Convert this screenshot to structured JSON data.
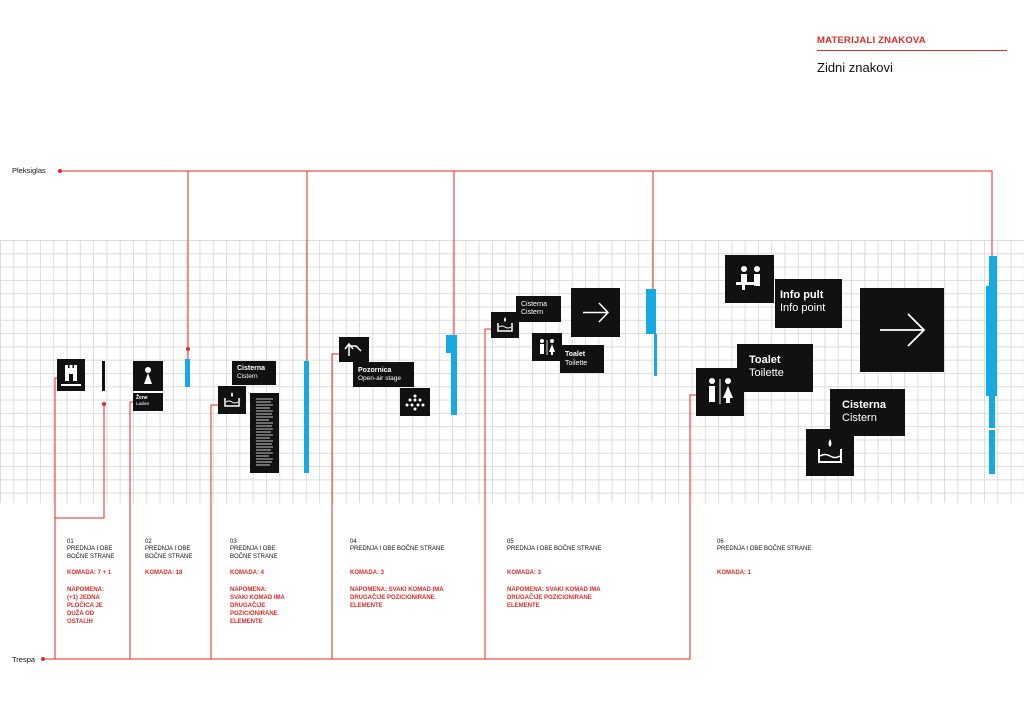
{
  "header": {
    "section": "MATERIJALI ZNAKOVA",
    "title": "Zidni znakovi"
  },
  "materials": {
    "top": "Pleksiglas",
    "bottom": "Trespa"
  },
  "signs": {
    "s2_label1": "Žene",
    "s2_label2": "Ladies",
    "s3_title": "Cisterna",
    "s3_sub": "Cistern",
    "s4_title": "Pozornica",
    "s4_sub": "Open-air stage",
    "s5_title": "Cisterna",
    "s5_sub": "Cistern",
    "s5_toilet_title": "Toalet",
    "s5_toilet_sub": "Toilette",
    "s6_info_title": "Info pult",
    "s6_info_sub": "Info point",
    "s6_toilet_title": "Toalet",
    "s6_toilet_sub": "Toilette",
    "s6_cistern_title": "Cisterna",
    "s6_cistern_sub": "Cistern"
  },
  "items": [
    {
      "num": "01",
      "desc": "PREDNJA I OBE BOČNE STRANE",
      "qty": "KOMADA: 7 + 1",
      "note": "NAPOMENA: (+1) JEDNA PLOČICA JE DUŽA OD OSTALIH"
    },
    {
      "num": "02",
      "desc": "PREDNJA I OBE BOČNE STRANE",
      "qty": "KOMADA: 18",
      "note": ""
    },
    {
      "num": "03",
      "desc": "PREDNJA I OBE BOČNE STRANE",
      "qty": "KOMADA: 4",
      "note": "NAPOMENA: SVAKI KOMAD IMA DRUGAČIJE POZICIONIRANE ELEMENTE"
    },
    {
      "num": "04",
      "desc": "PREDNJA I OBE BOČNE STRANE",
      "qty": "KOMADA: 3",
      "note": "NAPOMENA: SVAKI KOMAD IMA DRUGAČIJE POZICIONIRANE ELEMENTE"
    },
    {
      "num": "05",
      "desc": "PREDNJA I OBE BOČNE STRANE",
      "qty": "KOMADA: 3",
      "note": "NAPOMENA: SVAKI KOMAD IMA DRUGAČIJE POZICIONIRANE ELEMENTE"
    },
    {
      "num": "06",
      "desc": "PREDNJA I OBE BOČNE STRANE",
      "qty": "KOMADA: 1",
      "note": ""
    }
  ],
  "colors": {
    "accent": "#e42a2a",
    "plexi": "#17a9e3",
    "sign": "#111111"
  }
}
